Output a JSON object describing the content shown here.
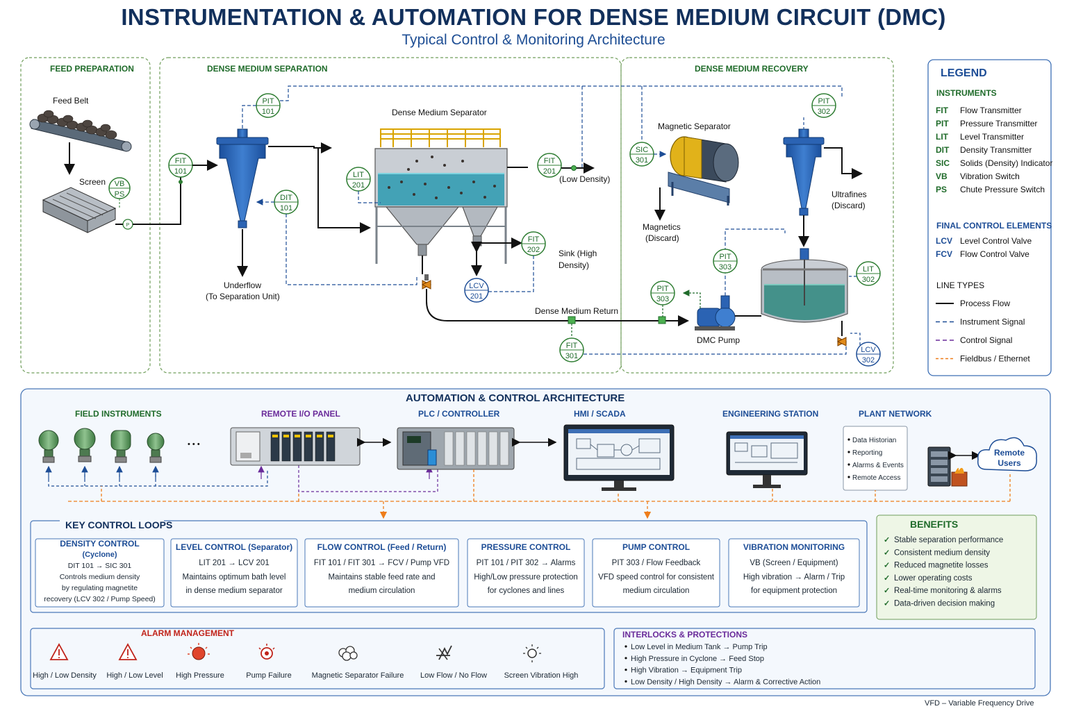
{
  "title": "INSTRUMENTATION & AUTOMATION FOR DENSE MEDIUM CIRCUIT (DMC)",
  "subtitle": "Typical Control & Monitoring Architecture",
  "sections": {
    "feed": "FEED PREPARATION",
    "separation": "DENSE MEDIUM SEPARATION",
    "recovery": "DENSE MEDIUM RECOVERY"
  },
  "equipment": {
    "feed_belt": "Feed Belt",
    "screen": "Screen",
    "separator": "Dense Medium Separator",
    "underflow_1": "Underflow",
    "underflow_2": "(To Separation Unit)",
    "low_density": "(Low Density)",
    "sink_1": "Sink (High",
    "sink_2": "Density)",
    "return": "Dense Medium Return",
    "mag_sep": "Magnetic Separator",
    "magnetics_1": "Magnetics",
    "magnetics_2": "(Discard)",
    "ultrafines_1": "Ultrafines",
    "ultrafines_2": "(Discard)",
    "pump": "DMC Pump",
    "pump_symbol": "P"
  },
  "bubbles": {
    "vb": "VB",
    "ps": "PS",
    "fit101": [
      "FIT",
      "101"
    ],
    "pit101": [
      "PIT",
      "101"
    ],
    "dit101": [
      "DIT",
      "101"
    ],
    "lit201": [
      "LIT",
      "201"
    ],
    "fit201": [
      "FIT",
      "201"
    ],
    "fit202": [
      "FIT",
      "202"
    ],
    "lcv201": [
      "LCV",
      "201"
    ],
    "fit301": [
      "FIT",
      "301"
    ],
    "sic301": [
      "SIC",
      "301"
    ],
    "pit302": [
      "PIT",
      "302"
    ],
    "pit303a": [
      "PIT",
      "303"
    ],
    "pit303b": [
      "PIT",
      "303"
    ],
    "lit302": [
      "LIT",
      "302"
    ],
    "lcv302": [
      "LCV",
      "302"
    ]
  },
  "legend": {
    "title": "LEGEND",
    "instruments_h": "INSTRUMENTS",
    "instruments": [
      {
        "code": "FIT",
        "desc": "Flow Transmitter"
      },
      {
        "code": "PIT",
        "desc": "Pressure Transmitter"
      },
      {
        "code": "LIT",
        "desc": "Level Transmitter"
      },
      {
        "code": "DIT",
        "desc": "Density Transmitter"
      },
      {
        "code": "SIC",
        "desc": "Solids (Density) Indicator"
      },
      {
        "code": "VB",
        "desc": "Vibration Switch"
      },
      {
        "code": "PS",
        "desc": "Chute Pressure Switch"
      }
    ],
    "final_h": "FINAL CONTROL ELEMENTS",
    "final": [
      {
        "code": "LCV",
        "desc": "Level Control Valve"
      },
      {
        "code": "FCV",
        "desc": "Flow Control Valve"
      }
    ],
    "lines_h": "LINE TYPES",
    "lines": [
      {
        "desc": "Process Flow",
        "color": "#111111",
        "dash": ""
      },
      {
        "desc": "Instrument Signal",
        "color": "#1d4d96",
        "dash": "6 4"
      },
      {
        "desc": "Control Signal",
        "color": "#6a2b9a",
        "dash": "6 4"
      },
      {
        "desc": "Fieldbus / Ethernet",
        "color": "#ee7d1a",
        "dash": "4 3"
      }
    ]
  },
  "architecture": {
    "title": "AUTOMATION & CONTROL ARCHITECTURE",
    "field": "FIELD INSTRUMENTS",
    "dots": "• • •",
    "rio": "REMOTE I/O PANEL",
    "plc": "PLC / CONTROLLER",
    "hmi": "HMI / SCADA",
    "eng": "ENGINEERING STATION",
    "network": "PLANT NETWORK",
    "network_items": [
      "Data Historian",
      "Reporting",
      "Alarms & Events",
      "Remote Access"
    ],
    "remote_users_1": "Remote",
    "remote_users_2": "Users"
  },
  "key_loops": {
    "title": "KEY CONTROL LOOPS",
    "loops": [
      {
        "title1": "DENSITY CONTROL",
        "title2": "(Cyclone)",
        "lines": [
          "DIT 101 → SIC 301",
          "Controls medium density",
          "by regulating magnetite",
          "recovery (LCV 302 / Pump Speed)"
        ]
      },
      {
        "title1": "LEVEL CONTROL (Separator)",
        "title2": "",
        "lines": [
          "LIT 201 → LCV 201",
          "Maintains optimum bath level",
          "in dense medium separator"
        ]
      },
      {
        "title1": "FLOW CONTROL (Feed / Return)",
        "title2": "",
        "lines": [
          "FIT 101 / FIT 301 → FCV / Pump VFD",
          "Maintains stable feed rate and",
          "medium circulation"
        ]
      },
      {
        "title1": "PRESSURE CONTROL",
        "title2": "",
        "lines": [
          "PIT 101 / PIT 302 → Alarms",
          "High/Low pressure protection",
          "for cyclones and lines"
        ]
      },
      {
        "title1": "PUMP CONTROL",
        "title2": "",
        "lines": [
          "PIT 303 / Flow Feedback",
          "VFD speed control for consistent",
          "medium circulation"
        ]
      },
      {
        "title1": "VIBRATION MONITORING",
        "title2": "",
        "lines": [
          "VB (Screen / Equipment)",
          "High vibration → Alarm / Trip",
          "for equipment protection"
        ]
      }
    ]
  },
  "benefits": {
    "title": "BENEFITS",
    "check": "✓",
    "items": [
      "Stable separation performance",
      "Consistent medium density",
      "Reduced magnetite losses",
      "Lower operating costs",
      "Real-time monitoring & alarms",
      "Data-driven decision making"
    ]
  },
  "alarms": {
    "title": "ALARM MANAGEMENT",
    "items": [
      "High / Low Density",
      "High / Low Level",
      "High Pressure",
      "Pump Failure",
      "Magnetic Separator Failure",
      "Low Flow / No Flow",
      "Screen Vibration High"
    ]
  },
  "interlocks": {
    "title": "INTERLOCKS & PROTECTIONS",
    "items": [
      "Low Level in Medium Tank → Pump Trip",
      "High Pressure in Cyclone → Feed Stop",
      "High Vibration → Equipment Trip",
      "Low Density / High Density → Alarm & Corrective Action"
    ]
  },
  "footnote": "VFD – Variable Frequency Drive"
}
